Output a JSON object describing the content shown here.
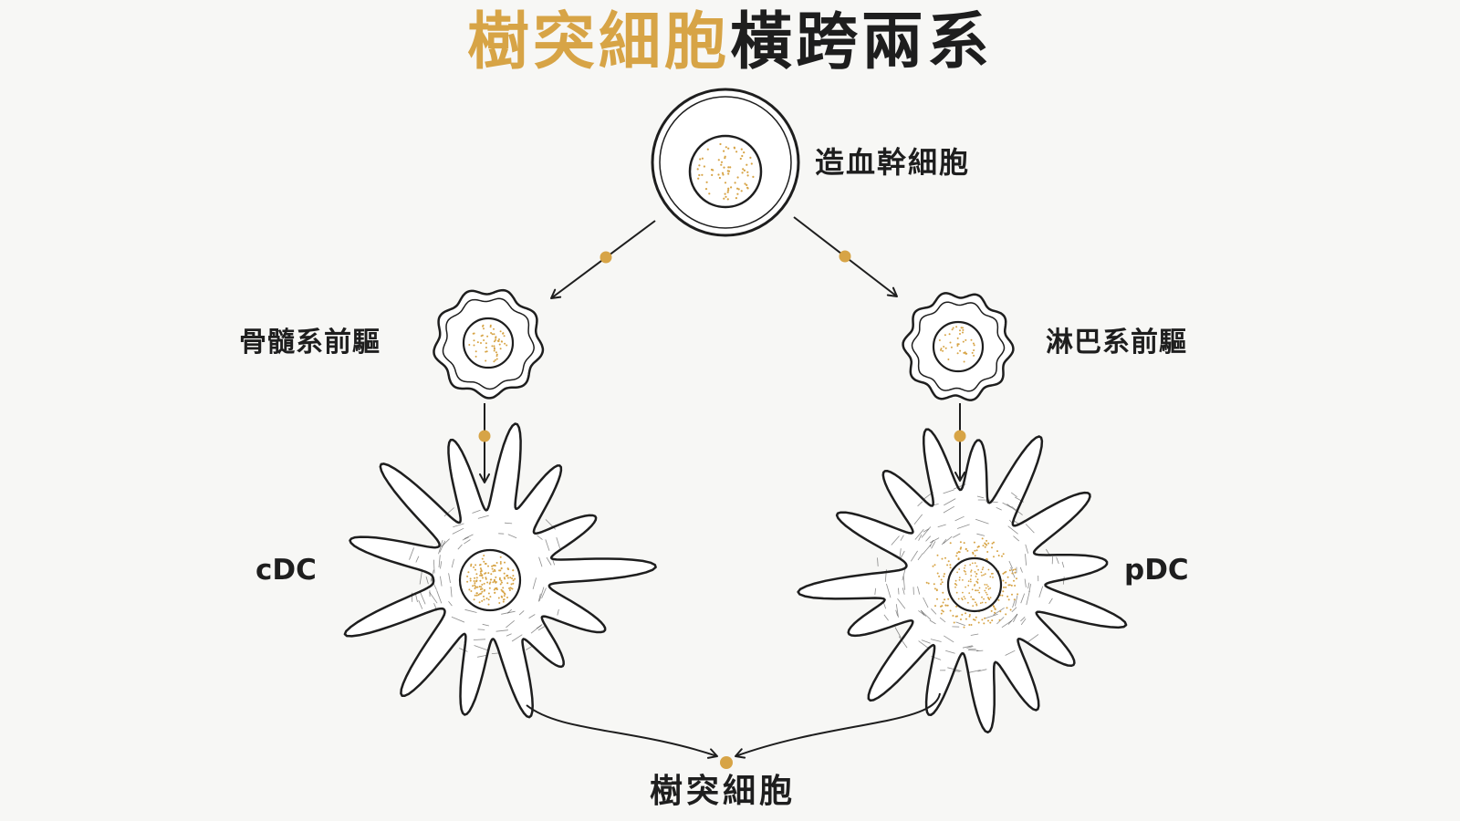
{
  "title": {
    "accent": "樹突細胞",
    "rest": "橫跨兩系"
  },
  "nodes": {
    "hsc": "造血幹細胞",
    "myeloid_progenitor": "骨髓系前驅",
    "lymphoid_progenitor": "淋巴系前驅",
    "cdc": "cDC",
    "pdc": "pDC",
    "dendritic_cell": "樹突細胞"
  },
  "colors": {
    "accent": "#d7a446",
    "ink": "#1e1e1e",
    "background": "#f7f7f5"
  }
}
